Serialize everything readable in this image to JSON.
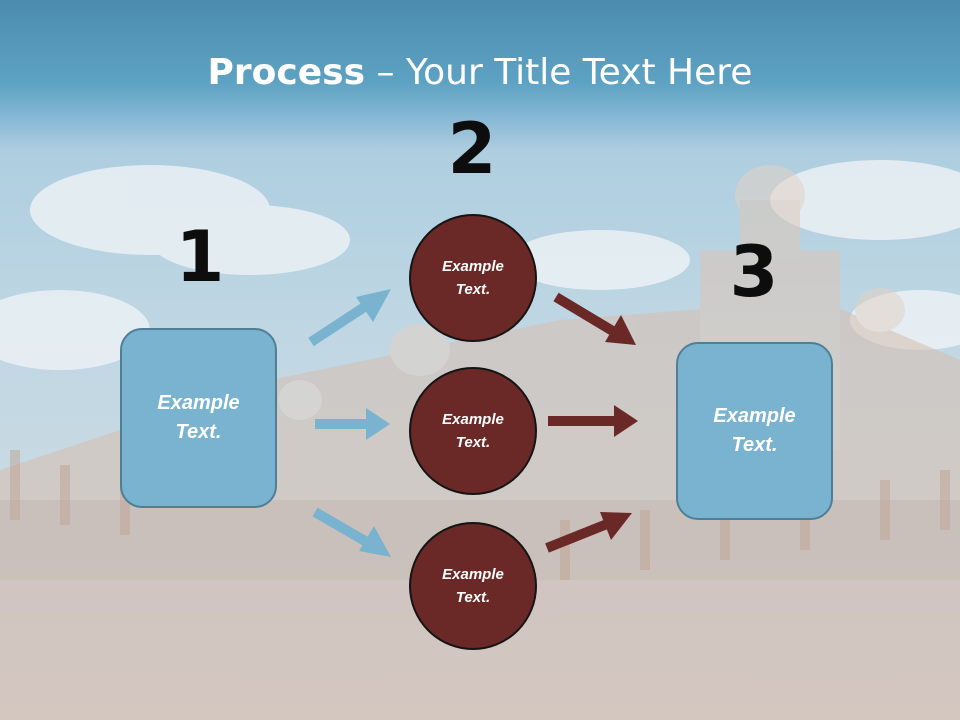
{
  "slide": {
    "title_bold": "Process",
    "title_rest": " – Your Title Text Here"
  },
  "steps": {
    "one": "1",
    "two": "2",
    "three": "3"
  },
  "left_box": {
    "text": "Example Text."
  },
  "right_box": {
    "text": "Example Text."
  },
  "circles": [
    {
      "text": "Example Text."
    },
    {
      "text": "Example Text."
    },
    {
      "text": "Example Text."
    }
  ],
  "colors": {
    "title_band": "#5ea2c3",
    "box_fill": "#79b3cf",
    "circle_fill": "#6a2826",
    "arrow_blue": "#79b3cf",
    "arrow_red": "#6a2826"
  }
}
